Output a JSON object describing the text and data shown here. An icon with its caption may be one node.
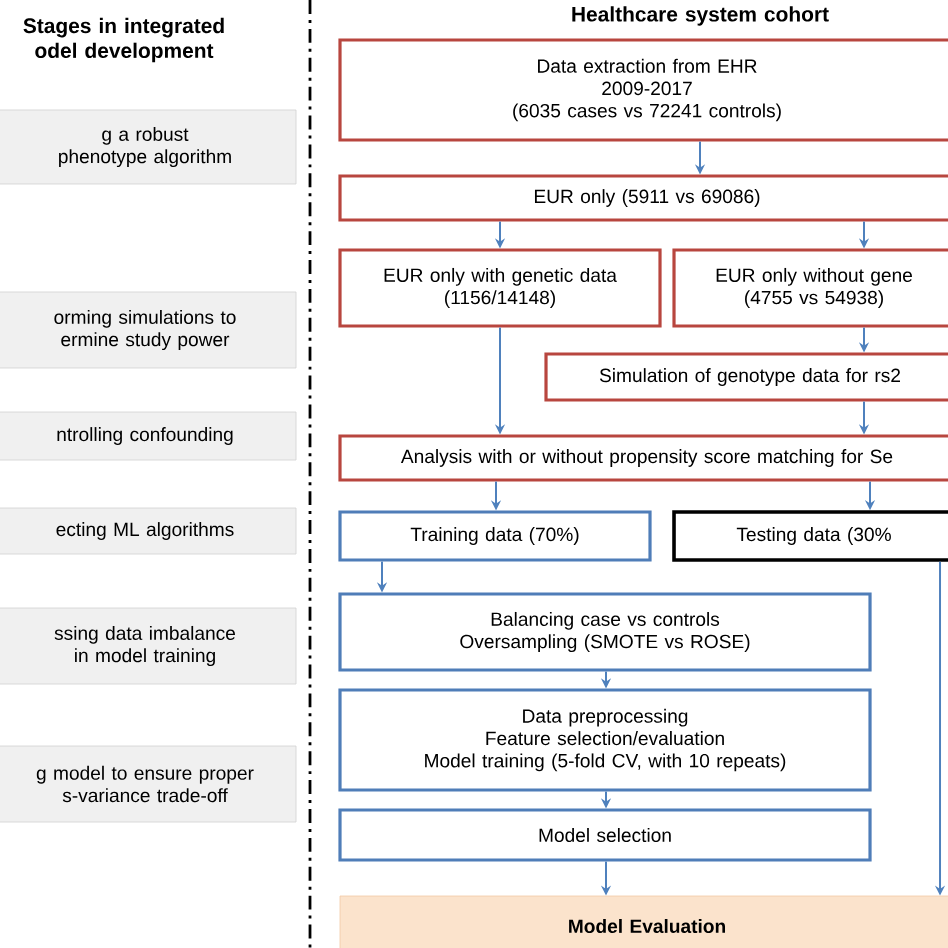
{
  "diagram": {
    "nodes": [
      {
        "text": [
          "g a robust phenotype algorithm"
        ]
      },
      {
        "text": [
          "orming simulations to ermine study power"
        ]
      },
      {
        "text": [
          "ntrolling confounding"
        ]
      },
      {
        "text": [
          "ecting ML algorithms"
        ]
      },
      {
        "text": [
          "ssing data imbalance in model training"
        ]
      },
      {
        "text": [
          "g model to ensure proper s-variance trade-off"
        ]
      },
      {
        "text": [
          "Data extraction from EHR",
          "2009-2017",
          "(6035 cases vs 72241 controls)"
        ]
      },
      {
        "text": [
          "EUR only (5911 vs 69086)"
        ]
      },
      {
        "text": [
          "EUR only with genetic data",
          "(1156/14148)"
        ]
      },
      {
        "text": [
          "EUR only without gene",
          "(4755 vs 54938)"
        ]
      },
      {
        "text": [
          "Simulation of genotype data for rs2"
        ]
      },
      {
        "text": [
          "Analysis with or without propensity score matching for Se"
        ]
      },
      {
        "text": [
          "Training data (70%)"
        ]
      },
      {
        "text": [
          "Testing data (30%"
        ]
      },
      {
        "text": [
          "Balancing case vs controls",
          "Oversampling (SMOTE vs ROSE)"
        ]
      },
      {
        "text": [
          "Data preprocessing",
          "Feature selection/evaluation",
          "Model training (5-fold CV, with 10 repeats)"
        ]
      },
      {
        "text": [
          "Model selection"
        ]
      },
      {
        "text": [
          "Model Evaluation"
        ]
      }
    ],
    "edges": [
      {
        "from": 6,
        "to": 7,
        "arrow": "to"
      },
      {
        "from": 7,
        "to": 8,
        "arrow": "to"
      },
      {
        "from": 7,
        "to": 9,
        "arrow": "to"
      },
      {
        "from": 9,
        "to": 10,
        "arrow": "to"
      },
      {
        "from": 8,
        "to": 11,
        "arrow": "to"
      },
      {
        "from": 10,
        "to": 11,
        "arrow": "to"
      },
      {
        "from": 11,
        "to": 12,
        "arrow": "to"
      },
      {
        "from": 11,
        "to": 13,
        "arrow": "to"
      },
      {
        "from": 12,
        "to": 14,
        "arrow": "to"
      },
      {
        "from": 14,
        "to": 15,
        "arrow": "to"
      },
      {
        "from": 15,
        "to": 16,
        "arrow": "to"
      },
      {
        "from": 16,
        "to": 17,
        "arrow": "to"
      },
      {
        "from": 13,
        "to": 17,
        "arrow": "to"
      }
    ],
    "labels": [
      "Stages in integrated odel development",
      "Healthcare system cohort"
    ]
  }
}
